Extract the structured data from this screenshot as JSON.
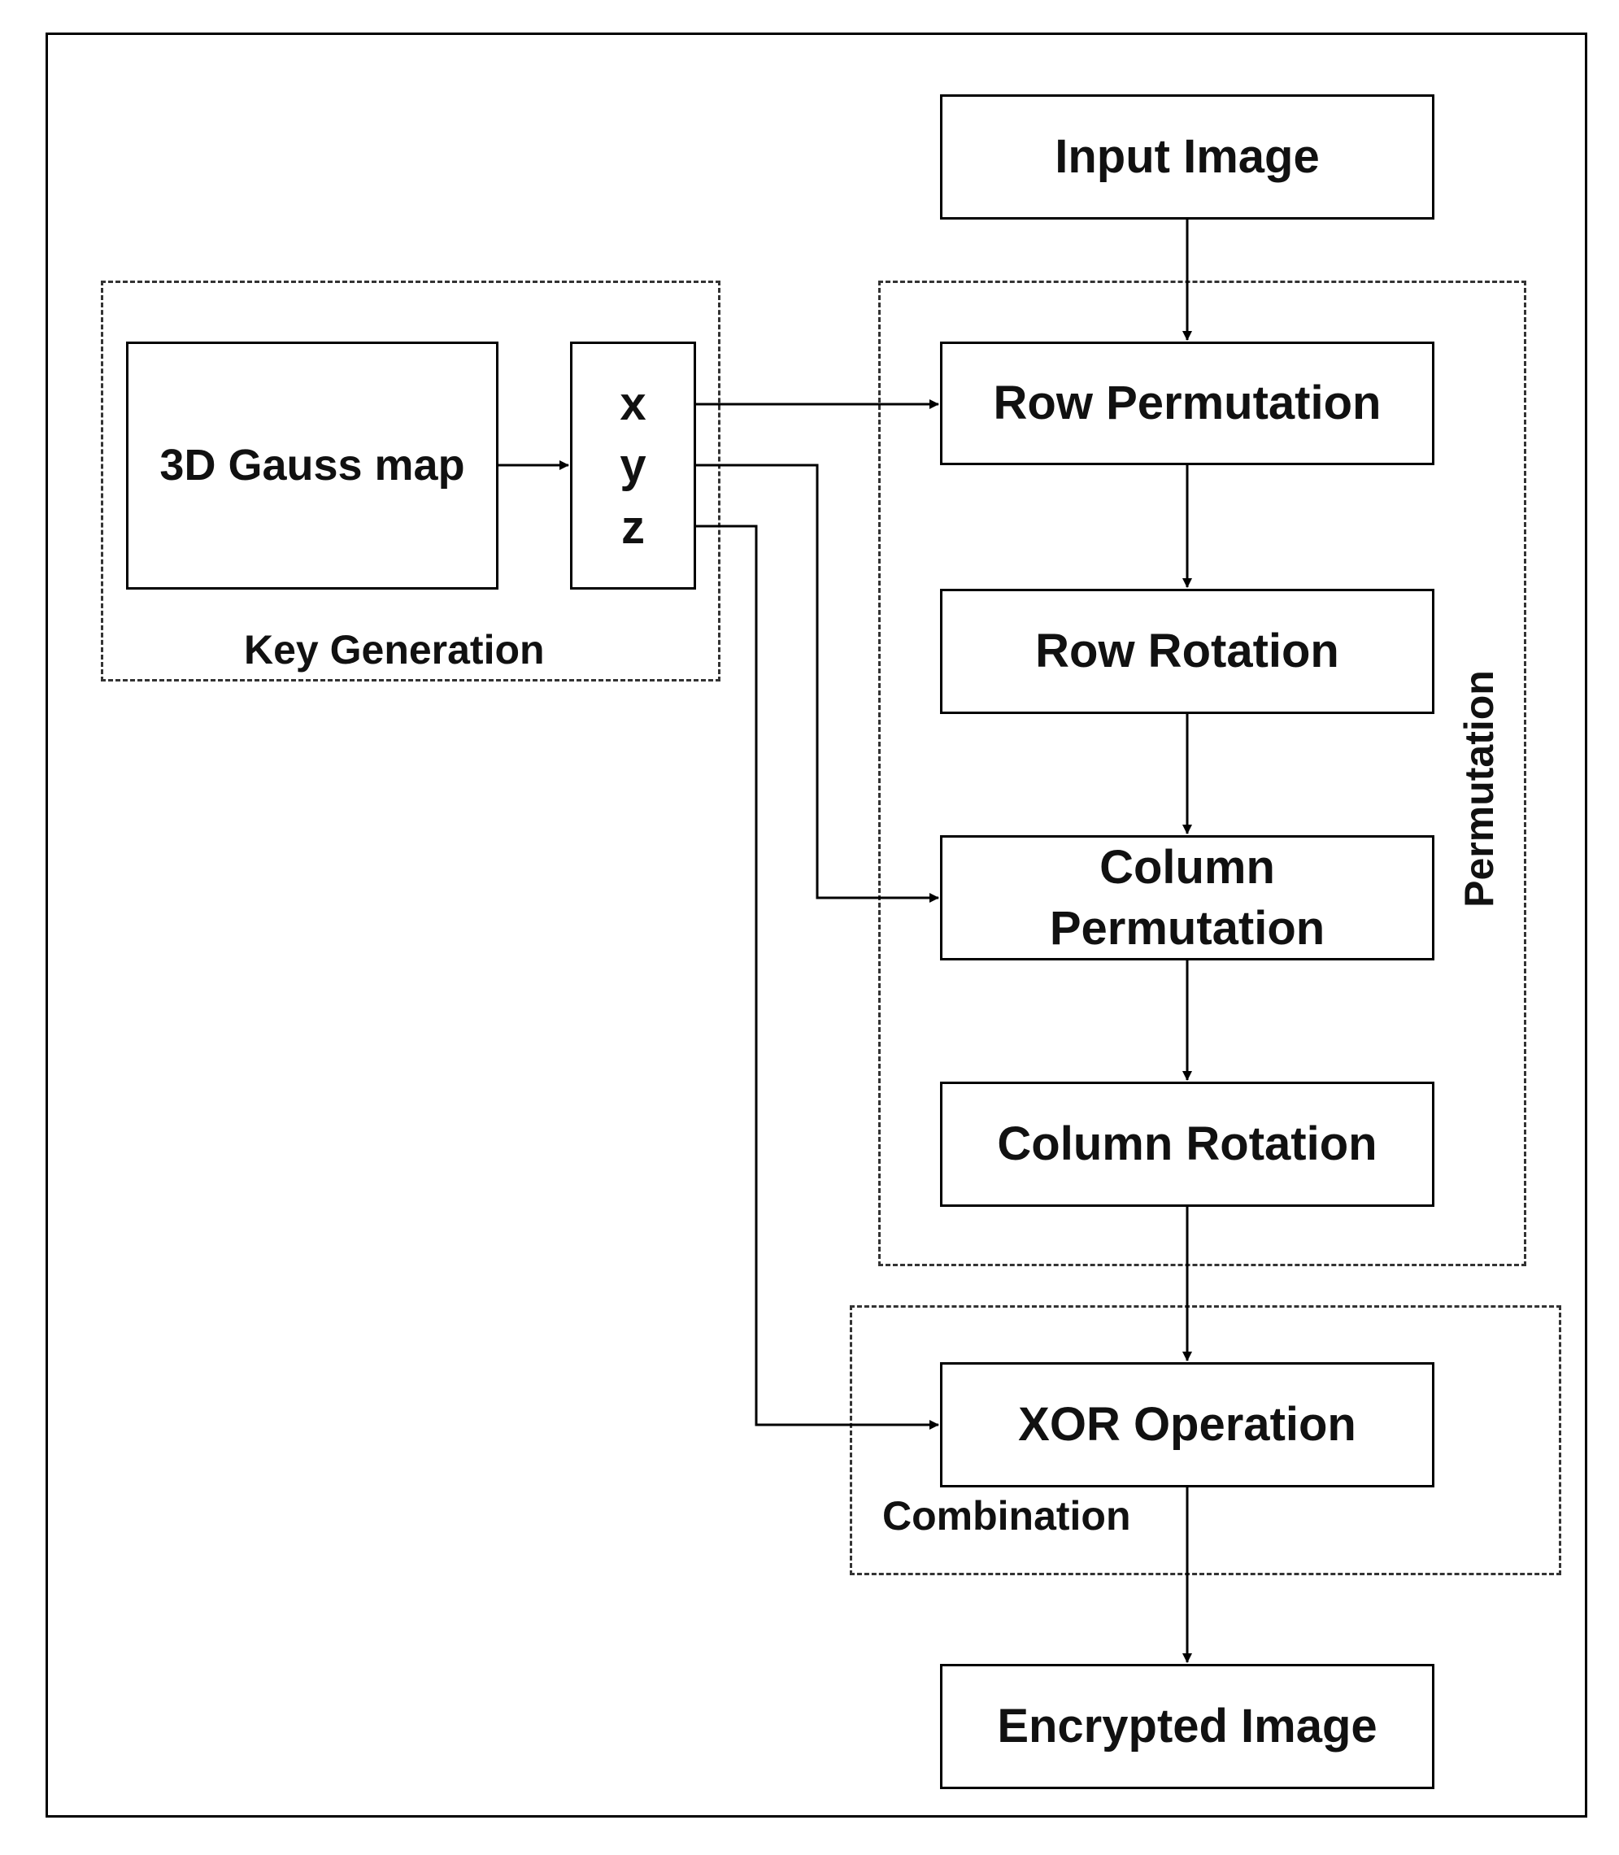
{
  "nodes": {
    "input_image": "Input Image",
    "row_permutation": "Row Permutation",
    "row_rotation": "Row Rotation",
    "column_permutation": "Column\nPermutation",
    "column_rotation": "Column Rotation",
    "xor_operation": "XOR Operation",
    "encrypted_image": "Encrypted Image",
    "gauss_map": "3D Gauss map",
    "x": "x",
    "y": "y",
    "z": "z"
  },
  "groups": {
    "key_generation": "Key Generation",
    "permutation": "Permutation",
    "combination": "Combination"
  },
  "edges": [
    {
      "from": "input_image",
      "to": "row_permutation"
    },
    {
      "from": "row_permutation",
      "to": "row_rotation"
    },
    {
      "from": "row_rotation",
      "to": "column_permutation"
    },
    {
      "from": "column_permutation",
      "to": "column_rotation"
    },
    {
      "from": "column_rotation",
      "to": "xor_operation"
    },
    {
      "from": "xor_operation",
      "to": "encrypted_image"
    },
    {
      "from": "gauss_map",
      "to": "xyz"
    },
    {
      "from": "x",
      "to": "row_permutation"
    },
    {
      "from": "y",
      "to": "column_permutation"
    },
    {
      "from": "z",
      "to": "xor_operation"
    }
  ]
}
